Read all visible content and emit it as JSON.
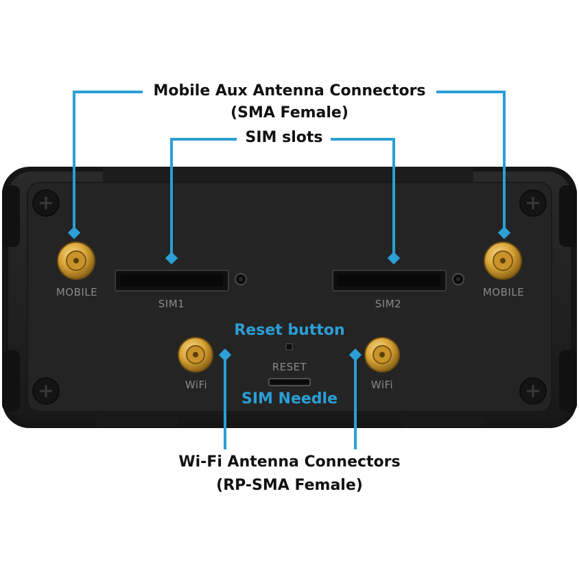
{
  "callouts": {
    "mobile_aux_line1": "Mobile Aux  Antenna Connectors",
    "mobile_aux_line2": "(SMA Female)",
    "sim_slots": "SIM slots",
    "reset_button": "Reset button",
    "sim_needle": "SIM Needle",
    "wifi_line1": "Wi-Fi Antenna Connectors",
    "wifi_line2": "(RP-SMA Female)"
  },
  "port_labels": {
    "mobile_left": "MOBILE",
    "mobile_right": "MOBILE",
    "sim1": "SIM1",
    "sim2": "SIM2",
    "reset": "RESET",
    "wifi_left": "WiFi",
    "wifi_right": "WiFi"
  },
  "colors": {
    "leader_line": "#2b9fd6",
    "body": "#1f1f1f",
    "connector_gold": "#d9a437"
  }
}
